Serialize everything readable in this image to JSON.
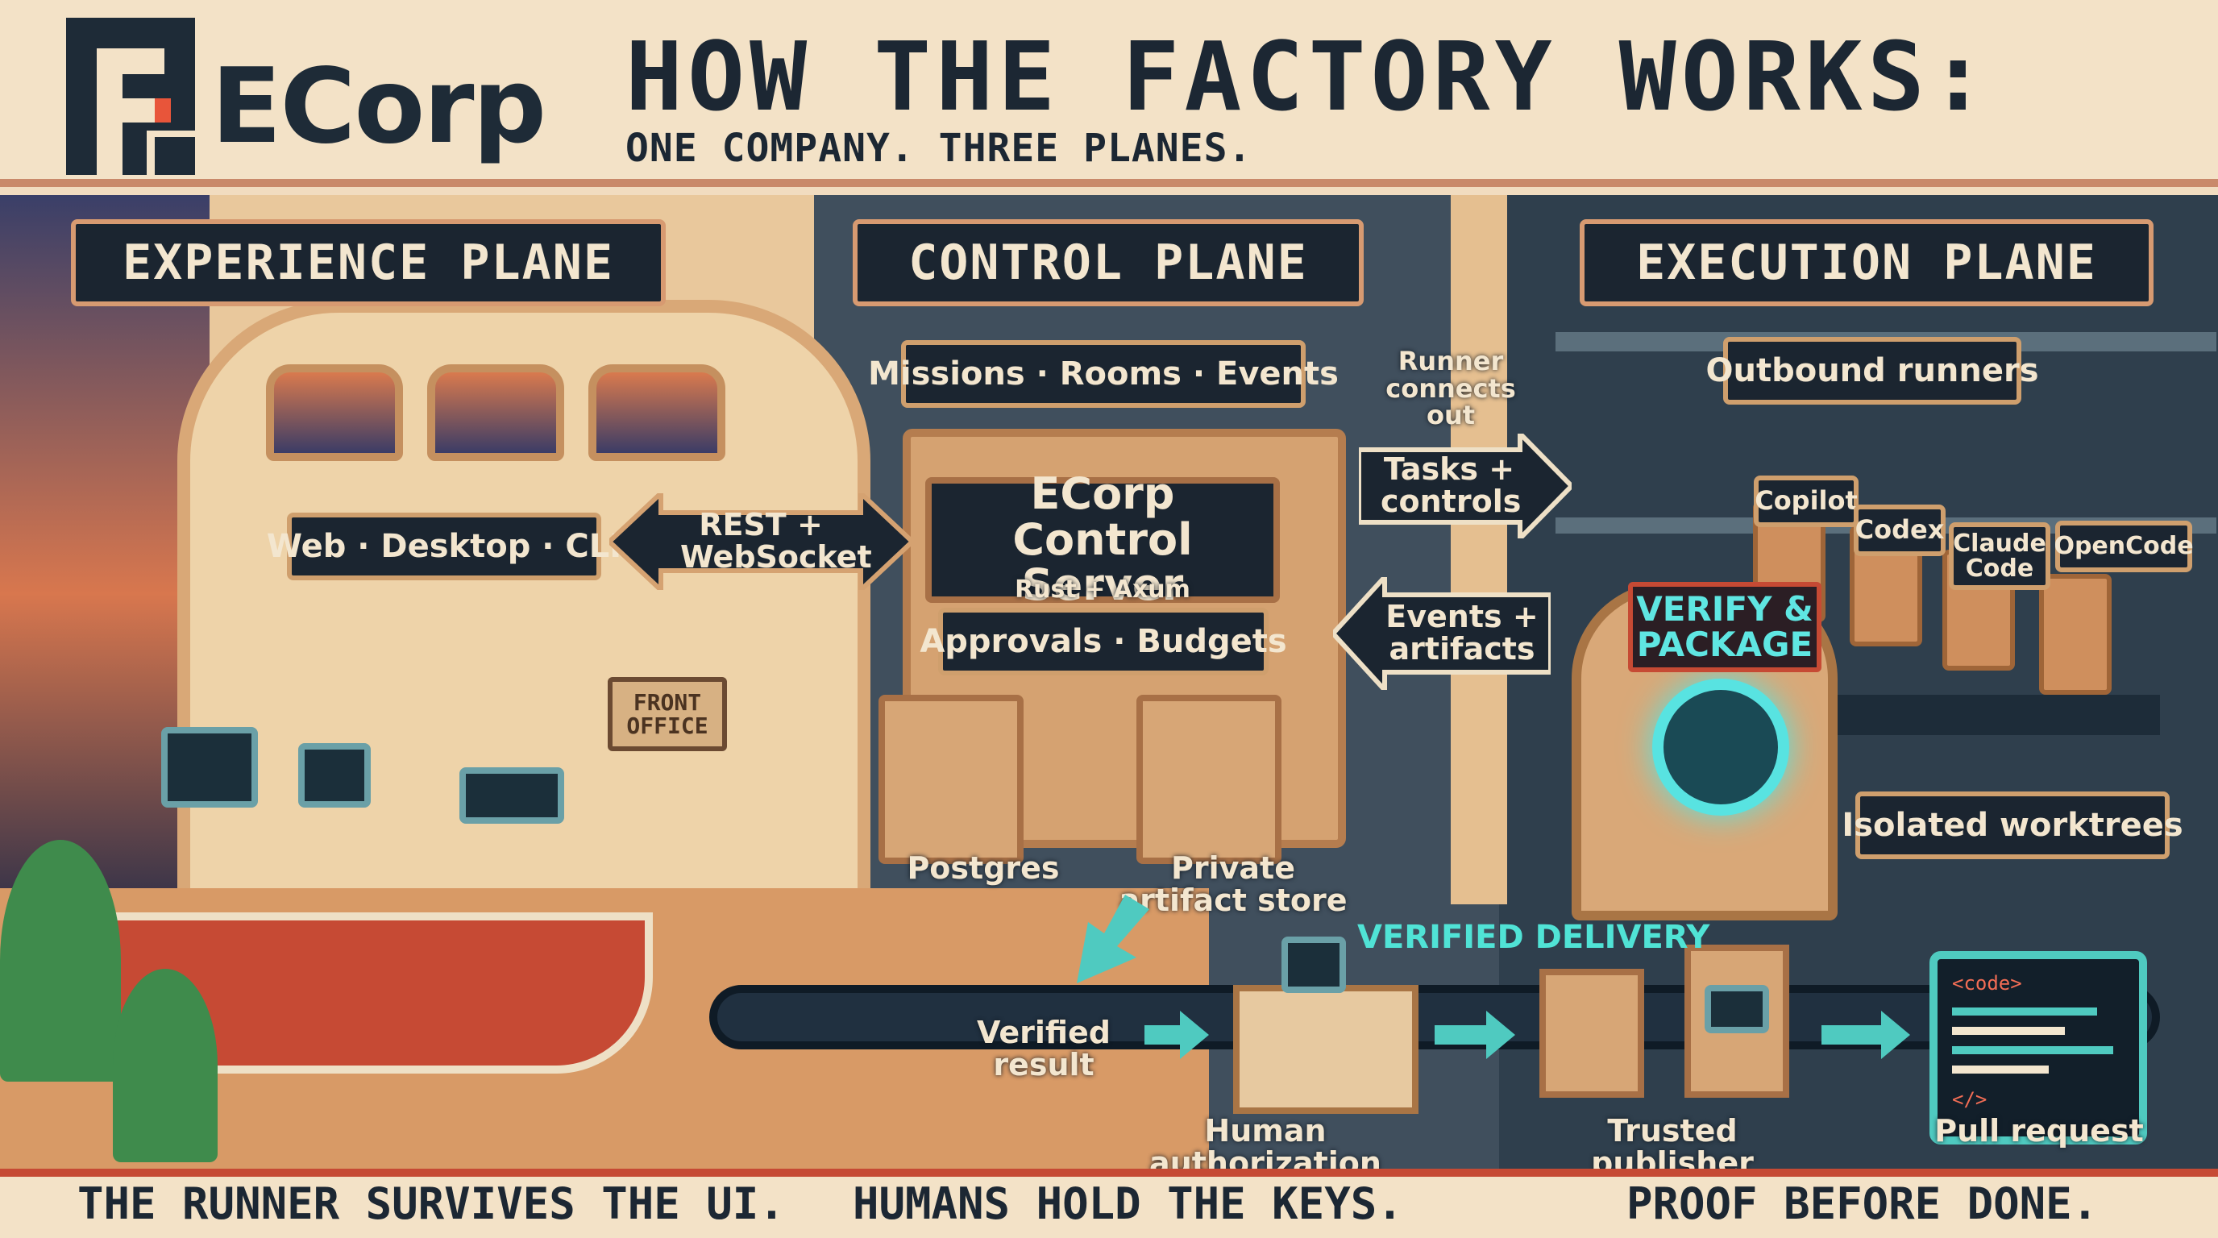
{
  "header": {
    "logo_text": "ECorp",
    "title": "HOW THE FACTORY WORKS:",
    "subtitle": "ONE COMPANY. THREE PLANES."
  },
  "planes": {
    "experience": "EXPERIENCE PLANE",
    "control": "CONTROL PLANE",
    "execution": "EXECUTION PLANE"
  },
  "experience": {
    "clients": "Web · Desktop · CLI",
    "front_office": "FRONT OFFICE"
  },
  "control": {
    "missions": "Missions · Rooms · Events",
    "server_title": "ECorp Control Server",
    "server_sub": "Rust + Axum",
    "approvals": "Approvals · Budgets",
    "postgres": "Postgres",
    "artifact_store": "Private artifact store"
  },
  "arrows": {
    "rest": "REST + WebSocket",
    "tasks": "Tasks + controls",
    "events": "Events + artifacts",
    "runner_connects": "Runner connects out"
  },
  "execution": {
    "outbound": "Outbound runners",
    "runners": [
      "Copilot",
      "Codex",
      "Claude Code",
      "OpenCode"
    ],
    "verify": "VERIFY & PACKAGE",
    "worktrees": "Isolated worktrees"
  },
  "delivery": {
    "heading": "VERIFIED DELIVERY",
    "verified_result": "Verified result",
    "human_auth": "Human authorization",
    "trusted_publisher": "Trusted publisher",
    "pull_request": "Pull request",
    "code_tag": "<code>",
    "code_close": "</>"
  },
  "footer": {
    "left": "THE RUNNER SURVIVES THE UI.",
    "middle": "HUMANS HOLD THE KEYS.",
    "right": "PROOF BEFORE DONE."
  },
  "colors": {
    "navy": "#1b2530",
    "cream": "#f3e2c7",
    "rust": "#c64a34",
    "teal": "#4fcac0",
    "tan": "#d5a271"
  }
}
